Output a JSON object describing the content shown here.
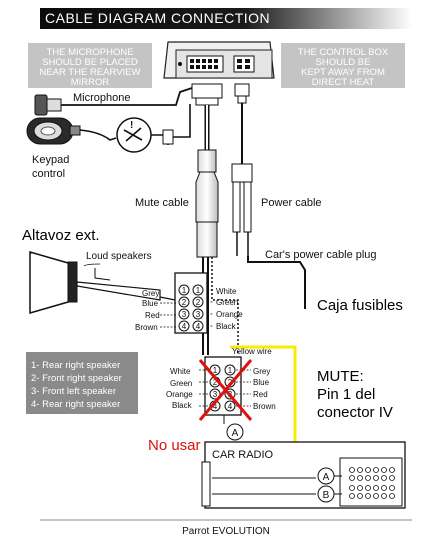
{
  "title": "CABLE DIAGRAM CONNECTION",
  "notes": {
    "microphone": [
      "THE MICROPHONE",
      "SHOULD BE PLACED",
      "NEAR THE REARVIEW",
      "MIRROR"
    ],
    "control_box": [
      "THE CONTROL BOX",
      "SHOULD BE",
      "KEPT AWAY FROM",
      "DIRECT HEAT"
    ]
  },
  "components": {
    "microphone": "Microphone",
    "keypad": [
      "Keypad",
      "control"
    ],
    "mute_cable": "Mute cable",
    "power_cable": "Power cable",
    "power_plug": "Car's power cable plug",
    "loud_speakers": "Loud speakers",
    "yellow_wire": "Yellow wire",
    "car_radio": "CAR RADIO",
    "footer": "Parrot EVOLUTION"
  },
  "speaker_connector": {
    "pins": [
      "1",
      "2",
      "3",
      "4"
    ],
    "left_labels": [
      "Grey",
      "Blue",
      "Red",
      "Brown"
    ],
    "right_labels": [
      "White",
      "Green",
      "Orange",
      "Black"
    ]
  },
  "radio_connector": {
    "pins": [
      "1",
      "2",
      "3",
      "4"
    ],
    "left_labels": [
      "White",
      "Green",
      "Orange",
      "Black"
    ],
    "right_labels": [
      "Grey",
      "Blue",
      "Red",
      "Brown"
    ],
    "plug_label": "A"
  },
  "radio_ports": [
    "A",
    "B"
  ],
  "speaker_legend": [
    "1- Rear right speaker",
    "2- Front right speaker",
    "3- Front left speaker",
    "4- Rear right speaker"
  ],
  "annotations": {
    "altavoz": "Altavoz ext.",
    "caja_fusibles": "Caja fusibles",
    "mute": [
      "MUTE:",
      "Pin 1 del",
      "conector IV"
    ],
    "no_usar": "No usar"
  },
  "colors": {
    "title_bg": "#111111",
    "note_bg": "#c4c4c4",
    "legend_bg": "#8a8a8a",
    "yellow_wire": "#f5ee00",
    "red_cross": "#e01010",
    "no_usar_text": "#e01010"
  }
}
